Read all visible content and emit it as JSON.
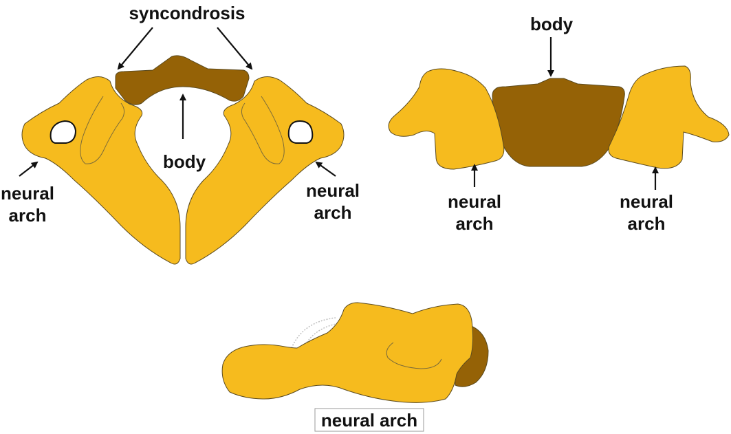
{
  "labels": {
    "syncondrosis": "syncondrosis",
    "body_left": "body",
    "body_right": "body",
    "neural": "neural",
    "arch": "arch",
    "bottom_caption": "neural arch"
  },
  "colors": {
    "neural_arch": "#F6BB1E",
    "body": "#956206",
    "outline": "#5a4a20",
    "background": "#FFFFFF"
  }
}
